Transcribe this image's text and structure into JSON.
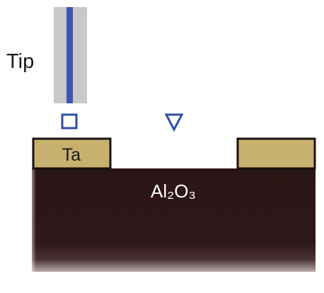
{
  "labels": {
    "tip": "Tip",
    "ta": "Ta",
    "substrate": "Al₂O₃"
  },
  "colors": {
    "tip_shaft": "#c7c8ca",
    "tip_core": "#3d56b0",
    "marker": "#2f4ea8",
    "electrode_fill": "#c8b06f",
    "electrode_stroke": "#1a1010",
    "substrate_top": "#2a1414",
    "substrate_bottom": "#3a2224",
    "label_dark": "#1a1a1a",
    "label_light": "#ffffff"
  },
  "markers": [
    {
      "shape": "square",
      "name": "square-marker"
    },
    {
      "shape": "triangle-down",
      "name": "triangle-marker"
    }
  ]
}
